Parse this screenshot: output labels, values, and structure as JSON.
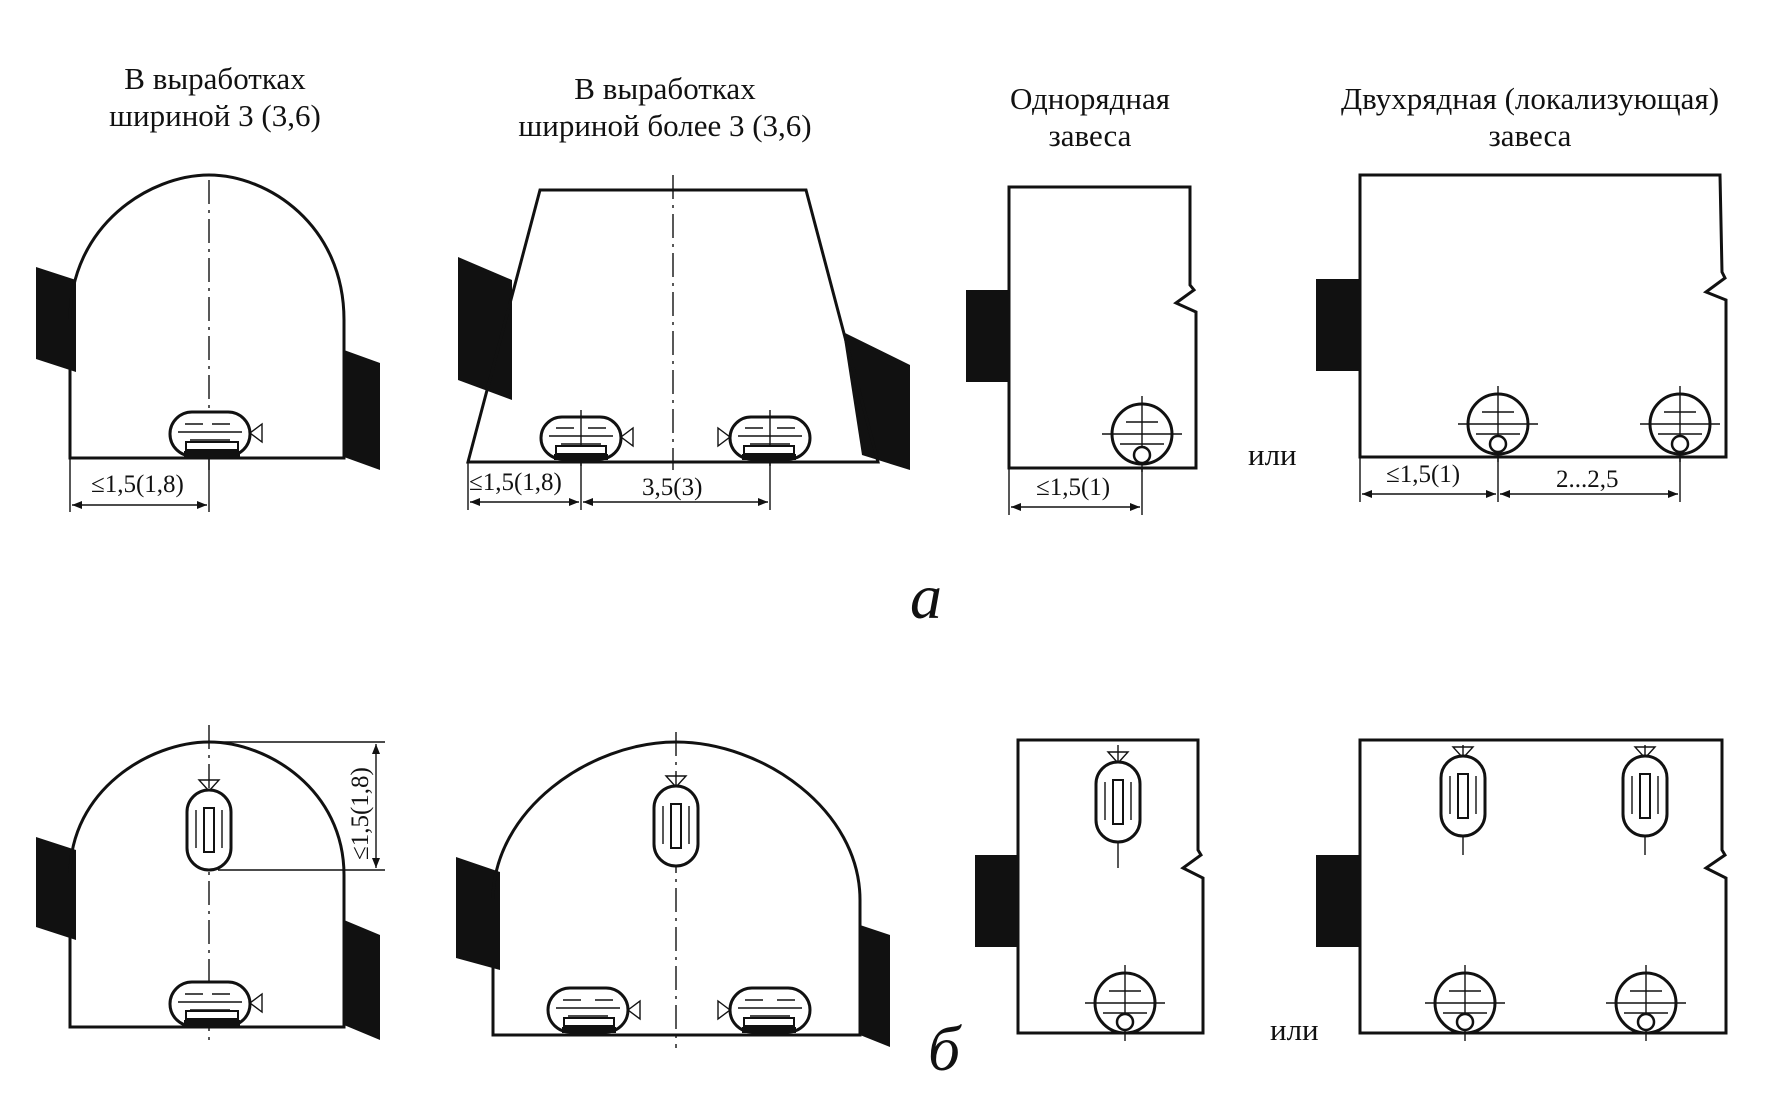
{
  "headers": {
    "col1": [
      "В выработках",
      "шириной 3 (3,6)"
    ],
    "col2": [
      "В выработках",
      "шириной более 3 (3,6)"
    ],
    "col3": [
      "Однорядная",
      "завеса"
    ],
    "col4": [
      "Двухрядная (локализующая)",
      "завеса"
    ]
  },
  "captions": {
    "a": "а",
    "b": "б"
  },
  "dims": {
    "a1": "≤1,5(1,8)",
    "a2_left": "≤1,5(1,8)",
    "a2_right": "3,5(3)",
    "a3": "≤1,5(1)",
    "a4_left": "≤1,5(1)",
    "a4_right": "2...2,5",
    "b1": "≤1,5(1,8)"
  },
  "or_label": "или"
}
